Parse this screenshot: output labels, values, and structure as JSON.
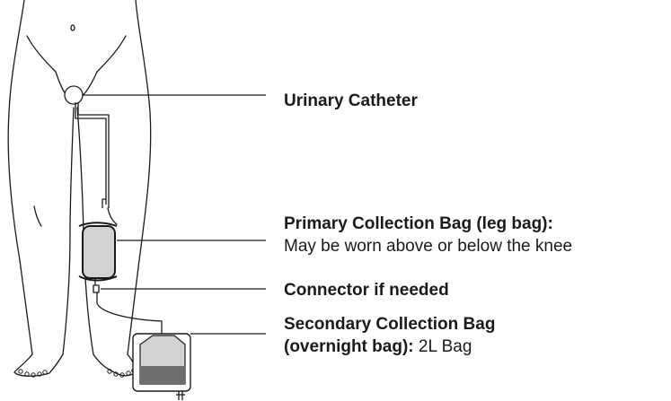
{
  "labels": {
    "urinary_catheter": "Urinary Catheter",
    "primary_bag_title": "Primary Collection Bag (leg bag):",
    "primary_bag_note": "May be worn above or below the knee",
    "connector": "Connector if needed",
    "secondary_bag_title": "Secondary Collection Bag",
    "secondary_bag_title_2": "(overnight bag):",
    "secondary_bag_note": "2L Bag"
  },
  "colors": {
    "outline": "#1a1a1a",
    "bag_fill": "#d2d2d2",
    "bag_dark": "#6e6e6e",
    "background": "#ffffff"
  }
}
